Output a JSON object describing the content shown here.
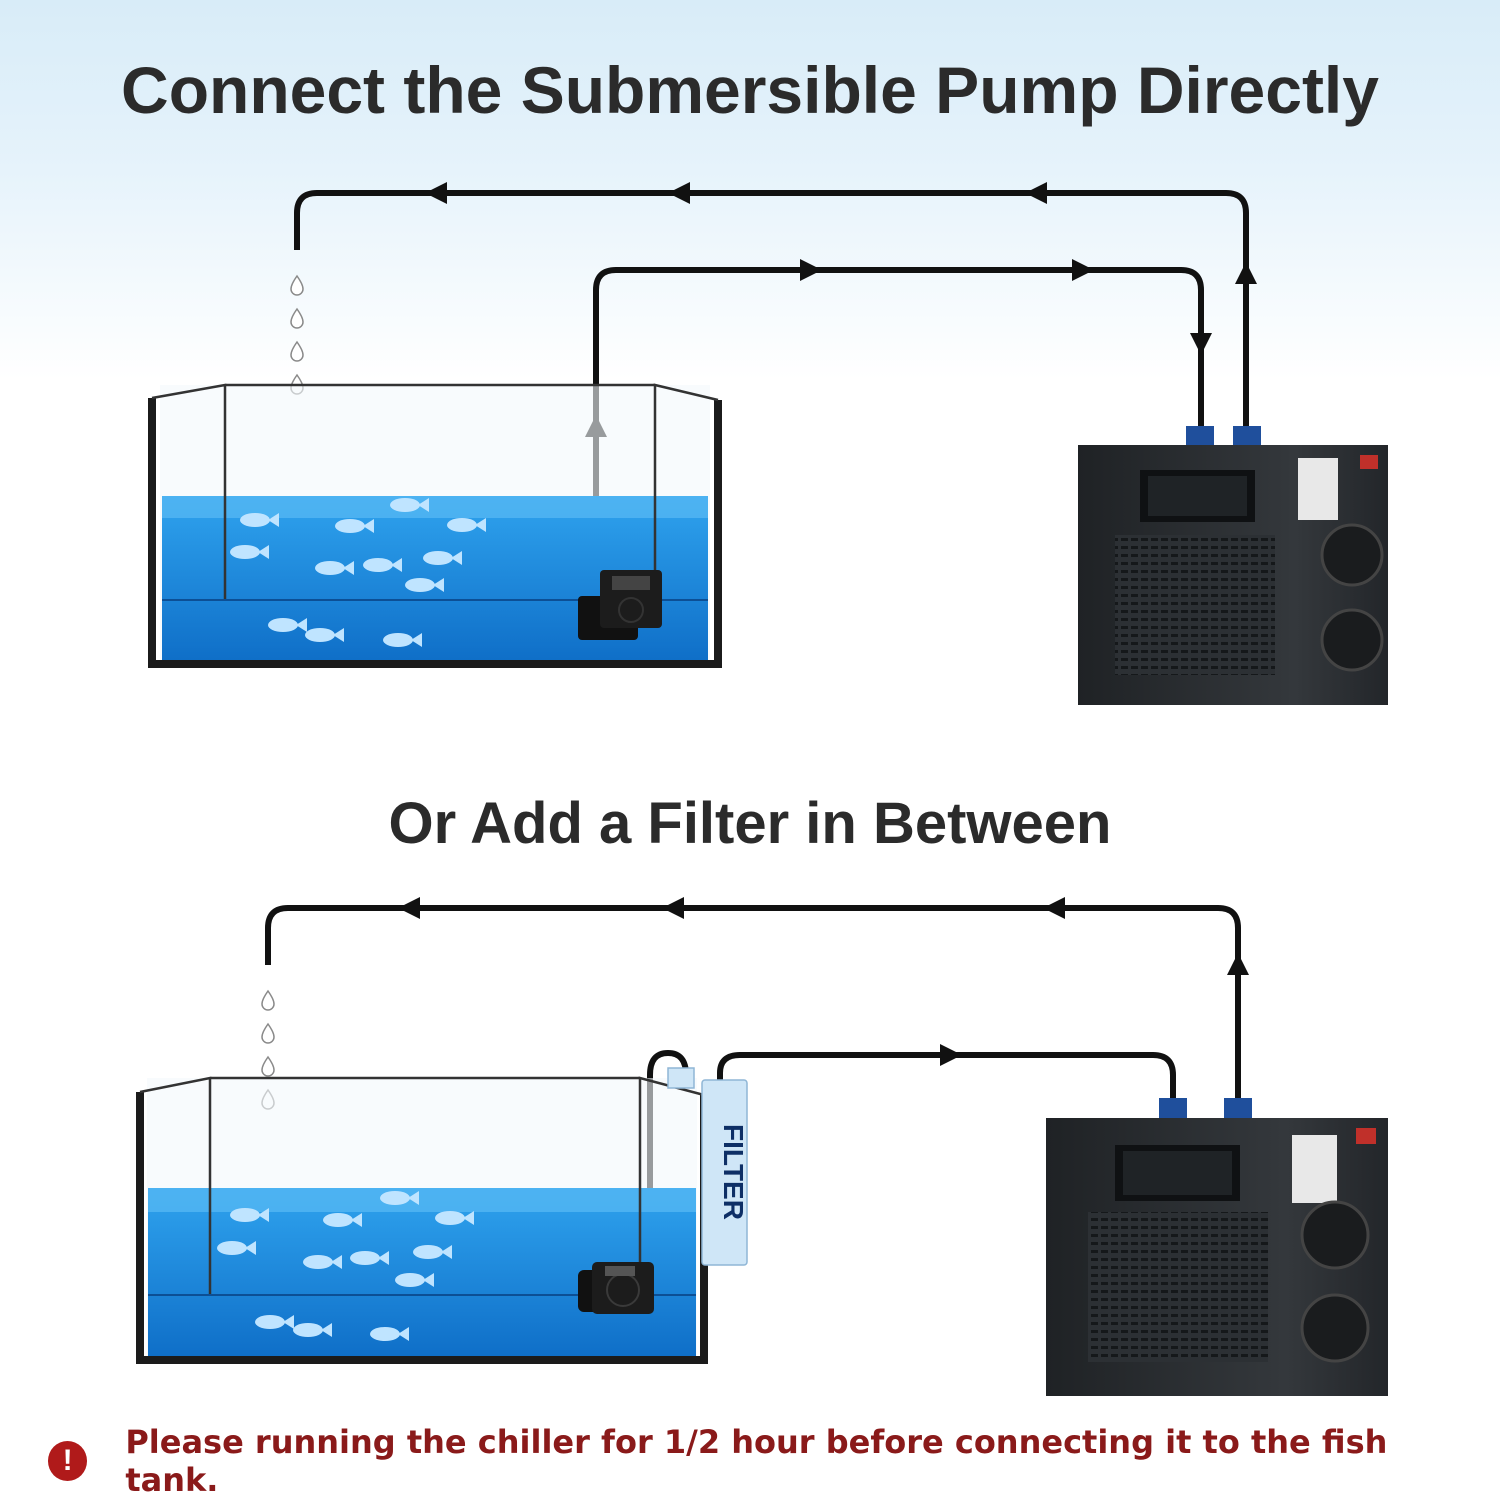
{
  "title_direct": "Connect the Submersible Pump Directly",
  "title_filter": "Or Add a Filter in Between",
  "filter_label": "FILTER",
  "warning": {
    "icon": "exclamation-icon",
    "text": "Please running the chiller for 1/2 hour before connecting it to the fish tank."
  },
  "colors": {
    "water": "#1e8ee0",
    "chiller": "#2a2d30",
    "pipe": "#111111",
    "filter": "#cfe6f7",
    "warning": "#b01a1a"
  }
}
